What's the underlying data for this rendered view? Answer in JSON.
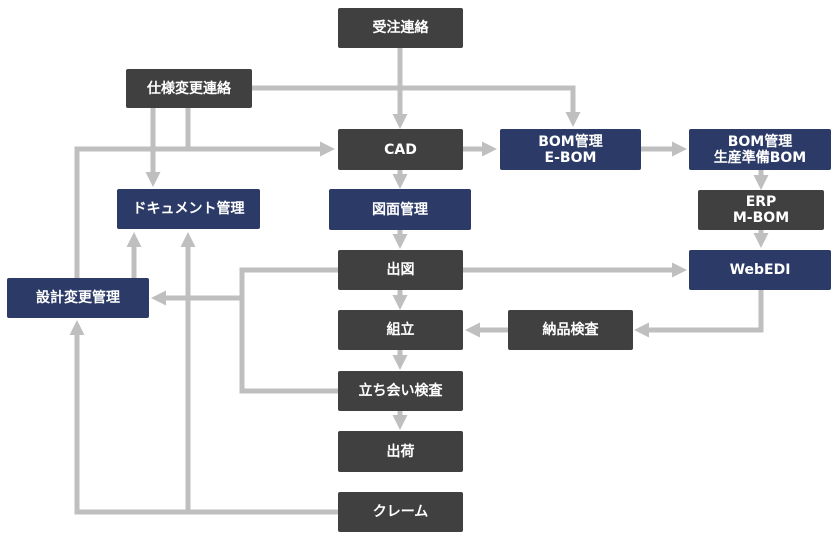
{
  "nodes": {
    "order_contact": {
      "text": "受注連絡"
    },
    "spec_change": {
      "text": "仕様変更連絡"
    },
    "cad": {
      "text": "CAD"
    },
    "bom_ebom": {
      "line1": "BOM管理",
      "line2": "E-BOM"
    },
    "bom_prod": {
      "line1": "BOM管理",
      "line2": "生産準備BOM"
    },
    "document_mgmt": {
      "text": "ドキュメント管理"
    },
    "drawing_mgmt": {
      "text": "図面管理"
    },
    "erp_mbom": {
      "line1": "ERP",
      "line2": "M-BOM"
    },
    "design_change": {
      "text": "設計変更管理"
    },
    "drawing_release": {
      "text": "出図"
    },
    "webedi": {
      "text": "WebEDI"
    },
    "assembly": {
      "text": "組立"
    },
    "receiving_insp": {
      "text": "納品検査"
    },
    "witness_insp": {
      "text": "立ち会い検査"
    },
    "shipment": {
      "text": "出荷"
    },
    "claim": {
      "text": "クレーム"
    }
  },
  "colors": {
    "process": "#404040",
    "system": "#2b3a67",
    "arrow": "#bfbfbf",
    "text": "#ffffff"
  }
}
